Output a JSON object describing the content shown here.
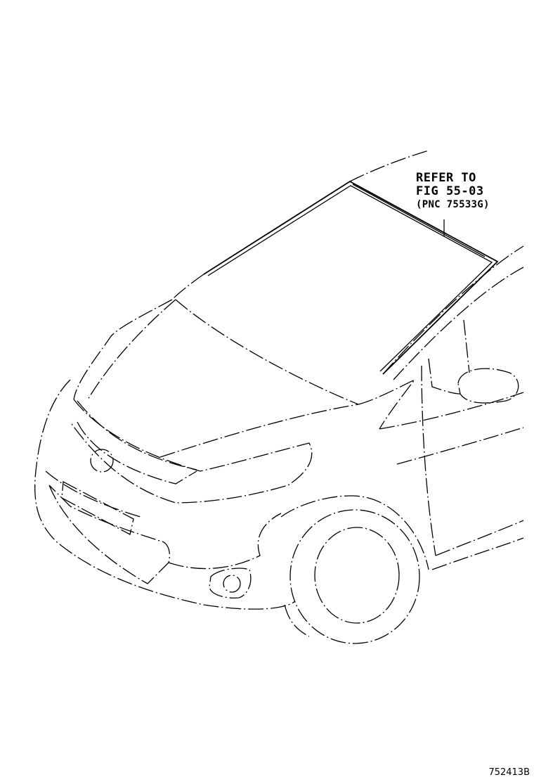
{
  "callout": {
    "line1": "REFER TO",
    "line2": "FIG 55-03",
    "line3": "(PNC 75533G)"
  },
  "figure_id": "752413B"
}
